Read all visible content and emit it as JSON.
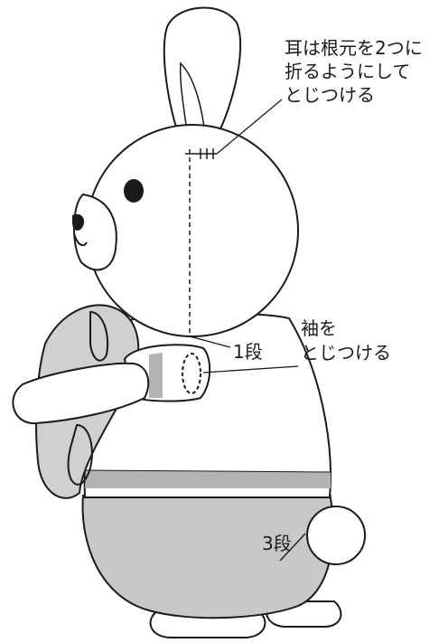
{
  "annotations": {
    "ear": {
      "lines": [
        "耳は根元を2つに",
        "折るようにして",
        "とじつける"
      ]
    },
    "sleeve": {
      "lines": [
        "袖を",
        "とじつける"
      ]
    },
    "row1": {
      "label": "1段"
    },
    "row3": {
      "label": "3段"
    }
  },
  "colors": {
    "outline": "#1a1a1a",
    "body_white": "#ffffff",
    "pants_gray": "#c8c8c8",
    "stripe_gray": "#b3b3b3",
    "arm_gray": "#d0d0d0"
  }
}
